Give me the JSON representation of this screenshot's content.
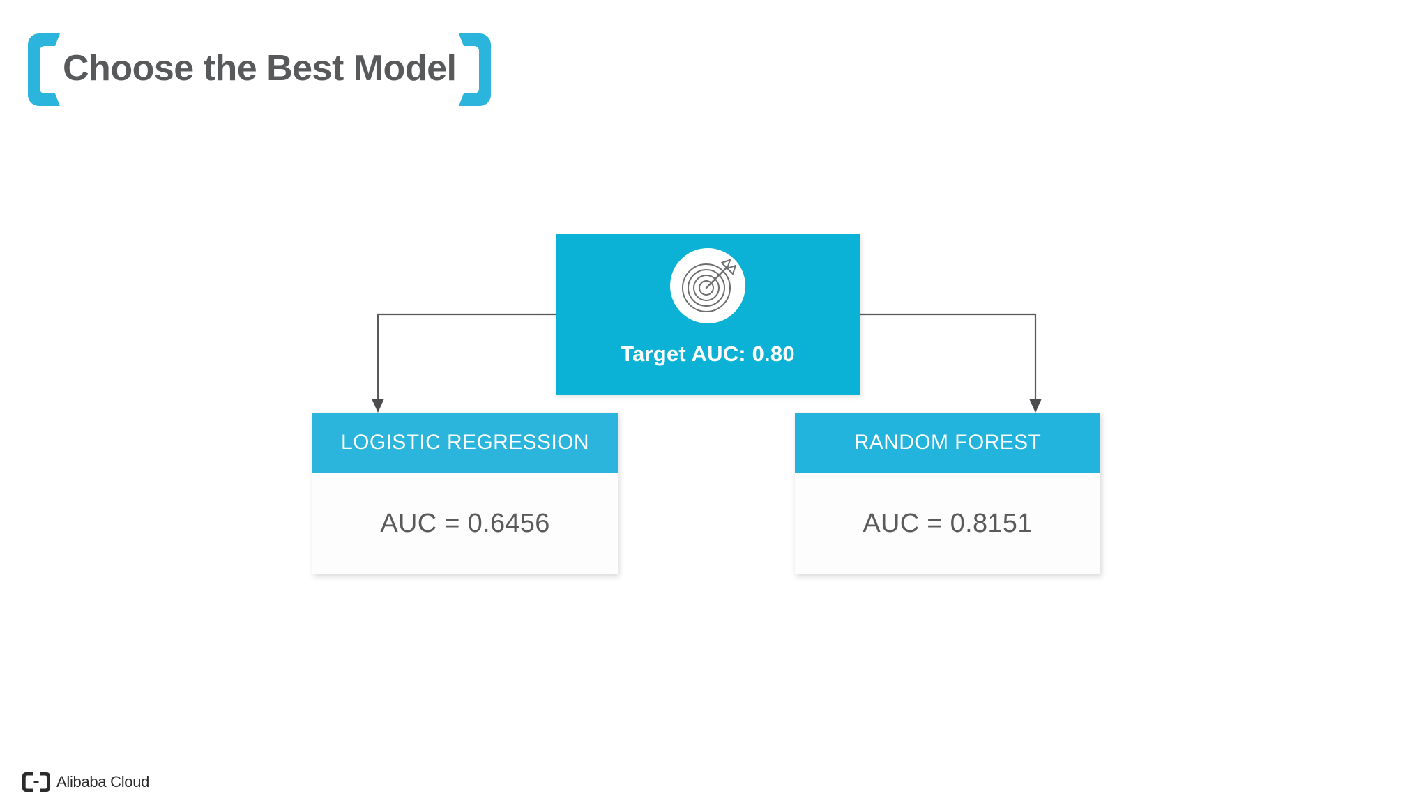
{
  "slide": {
    "title": "Choose the Best Model",
    "background_color": "#ffffff",
    "title_color": "#58595b",
    "accent_color": "#0cb2d5"
  },
  "diagram": {
    "type": "tree",
    "center_node": {
      "icon": "target-bullseye-arrow-icon",
      "label": "Target AUC: 0.80",
      "background_color": "#0cb2d5",
      "text_color": "#ffffff"
    },
    "connector_color": "#5a5a5c",
    "children": [
      {
        "id": "logistic-regression",
        "header": "LOGISTIC REGRESSION",
        "value": "AUC = 0.6456",
        "header_color": "#2bb5dd",
        "value_color": "#5a5a5c"
      },
      {
        "id": "random-forest",
        "header": "RANDOM FOREST",
        "value": "AUC = 0.8151",
        "header_color": "#22b4dd",
        "value_color": "#5a5a5c"
      }
    ]
  },
  "chart_data": {
    "type": "bar",
    "title": "Choose the Best Model",
    "categories": [
      "LOGISTIC REGRESSION",
      "RANDOM FOREST"
    ],
    "values": [
      0.6456,
      0.8151
    ],
    "target": 0.8,
    "target_label": "Target AUC: 0.80",
    "xlabel": "",
    "ylabel": "AUC",
    "ylim": [
      0,
      1
    ]
  },
  "footer": {
    "logo_mark": "alibaba-cloud-logo-icon",
    "logo_text": "Alibaba Cloud"
  }
}
